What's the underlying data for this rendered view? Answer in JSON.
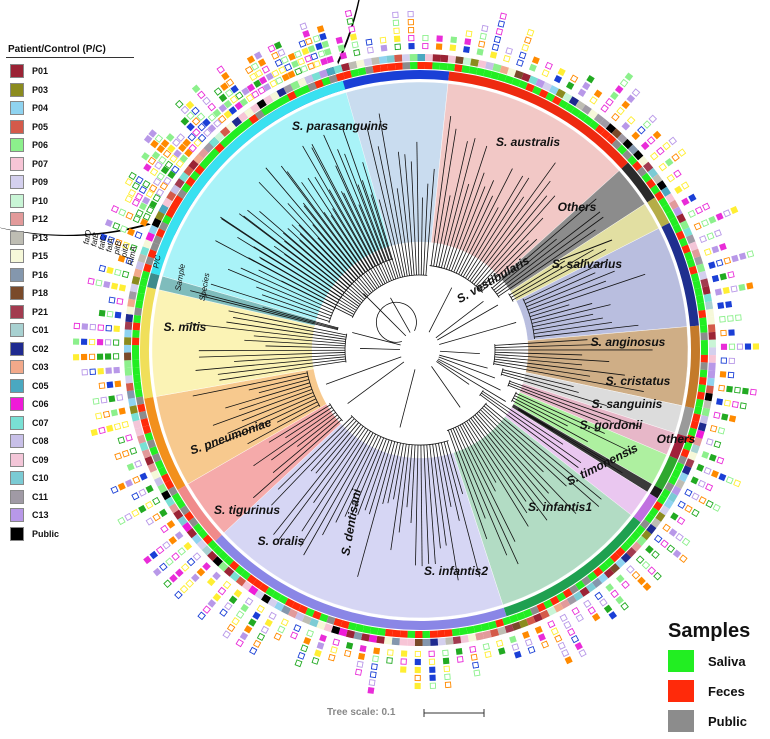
{
  "legend": {
    "title": "Patient/Control (P/C)",
    "items": [
      {
        "label": "P01",
        "color": "#9b2335"
      },
      {
        "label": "P03",
        "color": "#8b8b1e"
      },
      {
        "label": "P04",
        "color": "#8fd3f0"
      },
      {
        "label": "P05",
        "color": "#d45a4a"
      },
      {
        "label": "P06",
        "color": "#8cf08c"
      },
      {
        "label": "P07",
        "color": "#f7c5d6"
      },
      {
        "label": "P09",
        "color": "#d4d0ee"
      },
      {
        "label": "P10",
        "color": "#c9f5d6"
      },
      {
        "label": "P12",
        "color": "#e29a9a"
      },
      {
        "label": "P13",
        "color": "#bebdb3"
      },
      {
        "label": "P15",
        "color": "#f6f8d9"
      },
      {
        "label": "P16",
        "color": "#8497ad"
      },
      {
        "label": "P18",
        "color": "#7a4a2a"
      },
      {
        "label": "P21",
        "color": "#a23b4f"
      },
      {
        "label": "C01",
        "color": "#a8d1d1"
      },
      {
        "label": "C02",
        "color": "#1f2a8f"
      },
      {
        "label": "C03",
        "color": "#f2a98a"
      },
      {
        "label": "C05",
        "color": "#4aa8c0"
      },
      {
        "label": "C06",
        "color": "#ef1ad8"
      },
      {
        "label": "C07",
        "color": "#79e0d4"
      },
      {
        "label": "C08",
        "color": "#c8c0e8"
      },
      {
        "label": "C09",
        "color": "#f3c6d8"
      },
      {
        "label": "C10",
        "color": "#7bcbd4"
      },
      {
        "label": "C11",
        "color": "#a09aa5"
      },
      {
        "label": "C13",
        "color": "#b898e8"
      },
      {
        "label": "Public",
        "color": "#000000"
      }
    ]
  },
  "samples": {
    "title": "Samples",
    "items": [
      {
        "label": "Saliva",
        "color": "#22ee22"
      },
      {
        "label": "Feces",
        "color": "#ff2a0a"
      },
      {
        "label": "Public",
        "color": "#8c8c8c"
      }
    ]
  },
  "scale": {
    "label": "Tree scale: 0.1"
  },
  "ring_labels": [
    "fatD",
    "fatB",
    "fatC",
    "fatA",
    "pitB",
    "pitA",
    "RlmA",
    "P/C",
    "Sample",
    "Species"
  ],
  "clades": [
    {
      "label": "S. parasanguinis",
      "color": "#c9dcef",
      "ring": "#1a3fd6"
    },
    {
      "label": "S. australis",
      "color": "#f2c8c6",
      "ring": "#ee2a10"
    },
    {
      "label": "Others",
      "color": "#8c8c8c",
      "ring": "#2b2b2b"
    },
    {
      "label": "S. vestibularis",
      "color": "#e2dfa2",
      "ring": "#b5ad48"
    },
    {
      "label": "S. salivarius",
      "color": "#b9bedf",
      "ring": "#1f2f8f"
    },
    {
      "label": "S. anginosus",
      "color": "#cfae86",
      "ring": "#c47a2a"
    },
    {
      "label": "S. cristatus",
      "color": "#dcdcdc",
      "ring": "#9a9a9a"
    },
    {
      "label": "S. sanguinis",
      "color": "#e7b7c8",
      "ring": "#a0203a"
    },
    {
      "label": "S. gordonii",
      "color": "#aef0a0",
      "ring": "#2ea82e"
    },
    {
      "label": "Others",
      "color": "#3a3a3a",
      "ring": "#1a1a1a"
    },
    {
      "label": "S. timonensis",
      "color": "#eac7f0",
      "ring": "#c070e0"
    },
    {
      "label": "S. infantis1",
      "color": "#b2dcc4",
      "ring": "#1fa050"
    },
    {
      "label": "S. infantis2",
      "color": "#d6d6f4",
      "ring": "#8a86e6"
    },
    {
      "label": "S. dentisani",
      "color": "#f5aaaa",
      "ring": "#f08a8a"
    },
    {
      "label": "S. oralis",
      "color": "#f7c98e",
      "ring": "#f2901c"
    },
    {
      "label": "S. tigurinus",
      "color": "#fbf3b5",
      "ring": "#f0df5a"
    },
    {
      "label": "S. pneumoniae",
      "color": "#7fbcbc",
      "ring": "#3d8c8c"
    },
    {
      "label": "S. mitis",
      "color": "#a9f3f8",
      "ring": "#39e1f0"
    }
  ]
}
